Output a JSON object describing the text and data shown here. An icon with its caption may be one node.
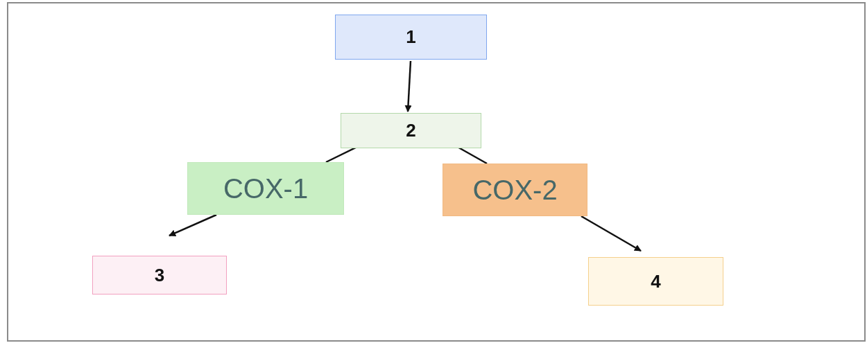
{
  "diagram": {
    "nodes": [
      {
        "text": [
          "1"
        ]
      },
      {
        "text": [
          "2"
        ]
      },
      {
        "text": [
          "COX-1"
        ]
      },
      {
        "text": [
          "COX-2"
        ]
      },
      {
        "text": [
          "3"
        ]
      },
      {
        "text": [
          "4"
        ]
      }
    ],
    "edges": [
      {
        "from": 0,
        "to": 1,
        "arrow": "to"
      },
      {
        "from": 1,
        "to": 2,
        "arrow": "none"
      },
      {
        "from": 1,
        "to": 3,
        "arrow": "none"
      },
      {
        "from": 2,
        "to": 4,
        "arrow": "to"
      },
      {
        "from": 3,
        "to": 5,
        "arrow": "to"
      }
    ]
  }
}
